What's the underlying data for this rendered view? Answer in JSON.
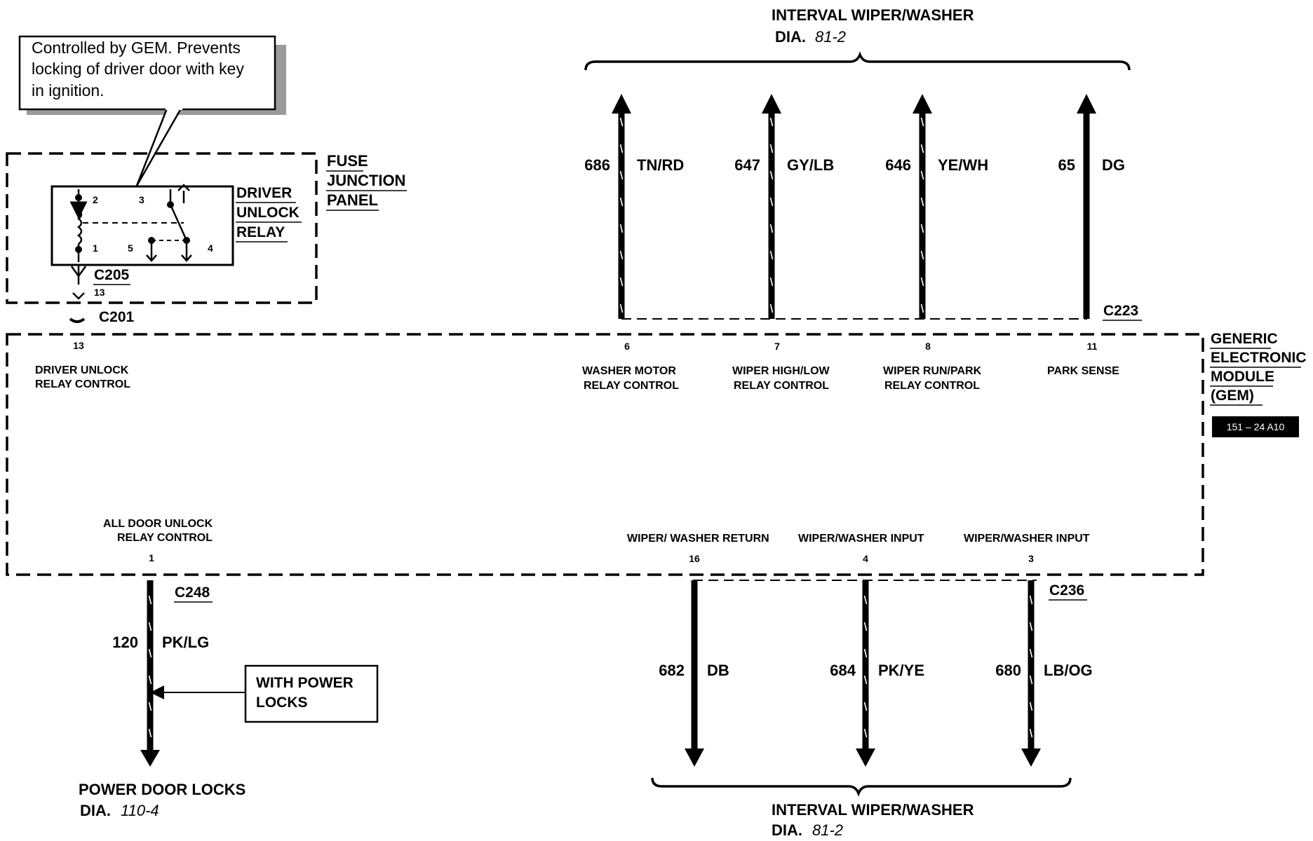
{
  "callout": {
    "line1": "Controlled by GEM.  Prevents",
    "line2": "locking of driver door with key",
    "line3": "in ignition."
  },
  "fuse_panel": {
    "line1": "FUSE",
    "line2": "JUNCTION",
    "line3": "PANEL"
  },
  "relay": {
    "line1": "DRIVER",
    "line2": "UNLOCK",
    "line3": "RELAY",
    "pins": [
      "2",
      "3",
      "1",
      "5",
      "4"
    ]
  },
  "connectors": {
    "c205": "C205",
    "c205_pin": "13",
    "c201": "C201",
    "c223": "C223",
    "c248": "C248",
    "c236": "C236"
  },
  "top_dest": {
    "title": "INTERVAL WIPER/WASHER",
    "dia_prefix": "DIA.",
    "dia_ref": "81-2"
  },
  "bottom_dest": {
    "title": "INTERVAL WIPER/WASHER",
    "dia_prefix": "DIA.",
    "dia_ref": "81-2"
  },
  "power_locks": {
    "title": "POWER DOOR LOCKS",
    "dia_prefix": "DIA.",
    "dia_ref": "110-4"
  },
  "with_power_locks": {
    "line1": "WITH POWER",
    "line2": "LOCKS"
  },
  "gem": {
    "line1": "GENERIC",
    "line2": "ELECTRONIC",
    "line3": "MODULE",
    "line4": "(GEM)",
    "code": "151 – 24 A10"
  },
  "top_wires": [
    {
      "circuit": "686",
      "color": "TN/RD",
      "pin": "6",
      "func1": "WASHER MOTOR",
      "func2": "RELAY CONTROL"
    },
    {
      "circuit": "647",
      "color": "GY/LB",
      "pin": "7",
      "func1": "WIPER HIGH/LOW",
      "func2": "RELAY CONTROL"
    },
    {
      "circuit": "646",
      "color": "YE/WH",
      "pin": "8",
      "func1": "WIPER RUN/PARK",
      "func2": "RELAY CONTROL"
    },
    {
      "circuit": "65",
      "color": "DG",
      "pin": "11",
      "func1": "PARK SENSE",
      "func2": ""
    }
  ],
  "left_top_pin": {
    "pin": "13",
    "func1": "DRIVER UNLOCK",
    "func2": "RELAY CONTROL"
  },
  "left_bottom_wire": {
    "circuit": "120",
    "color": "PK/LG",
    "pin": "1",
    "func1": "ALL DOOR UNLOCK",
    "func2": "RELAY CONTROL"
  },
  "bottom_wires": [
    {
      "circuit": "682",
      "color": "DB",
      "pin": "16",
      "func": "WIPER/ WASHER RETURN"
    },
    {
      "circuit": "684",
      "color": "PK/YE",
      "pin": "4",
      "func": "WIPER/WASHER INPUT"
    },
    {
      "circuit": "680",
      "color": "LB/OG",
      "pin": "3",
      "func": "WIPER/WASHER INPUT"
    }
  ]
}
